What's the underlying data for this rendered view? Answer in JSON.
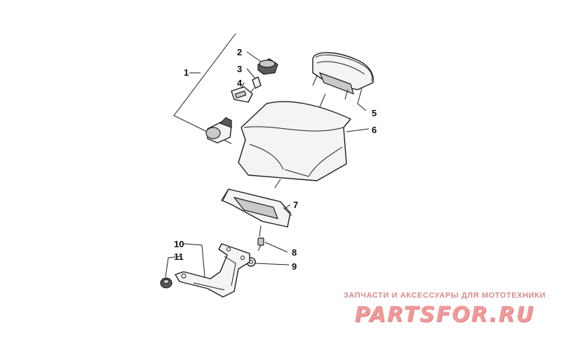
{
  "callouts": [
    "1",
    "2",
    "3",
    "4",
    "5",
    "6",
    "7",
    "8",
    "9",
    "10",
    "11"
  ],
  "watermark": {
    "tagline": "ЗАПЧАСТИ И АКСЕССУАРЫ ДЛЯ МОТОТЕХНИКИ",
    "logo": "PARTSFOR.RU"
  },
  "colors": {
    "line": "#1e1e1e",
    "watermark": "#ef9a9a"
  }
}
